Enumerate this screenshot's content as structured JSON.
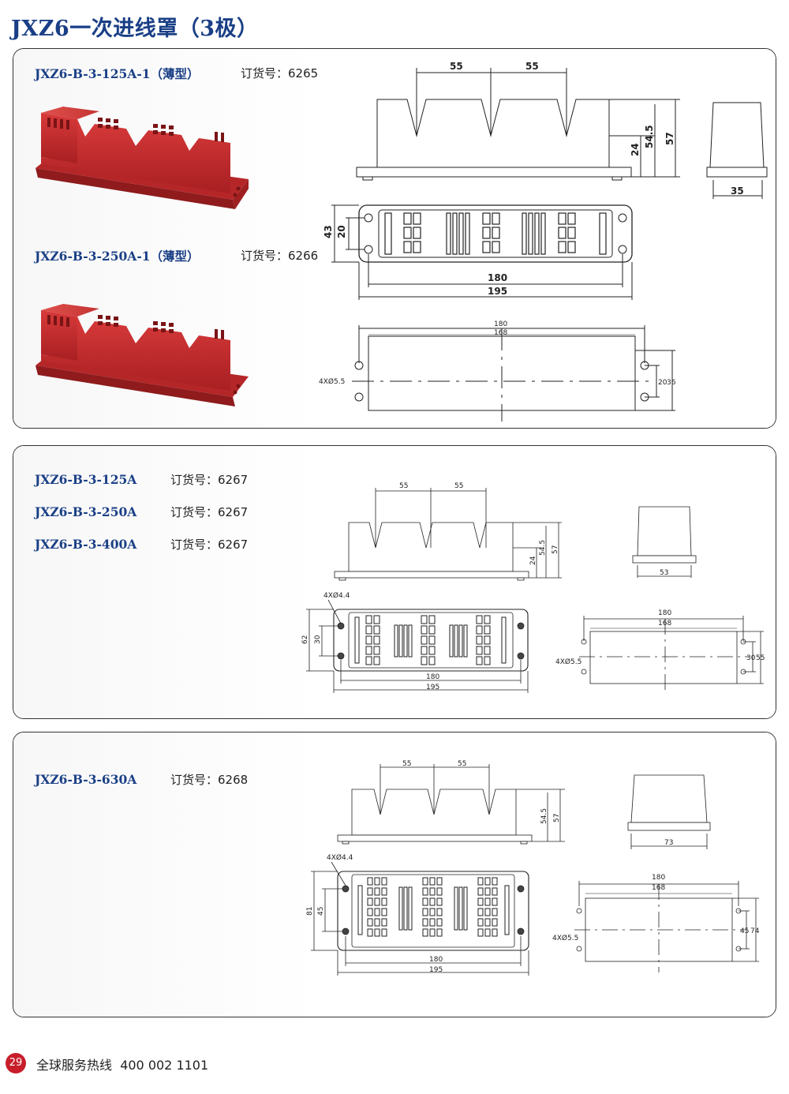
{
  "title": "JXZ6一次进线罩（3极）",
  "sections": [
    {
      "products": [
        {
          "model": "JXZ6-B-3-125A-1（薄型）",
          "order_label": "订货号：",
          "order_no": "6265"
        },
        {
          "model": "JXZ6-B-3-250A-1（薄型）",
          "order_label": "订货号：",
          "order_no": "6266"
        }
      ],
      "dims": {
        "pitch1": "55",
        "pitch2": "55",
        "h_total": "57",
        "h_mid": "54.5",
        "h_slot": "24",
        "side_w": "35",
        "top_w": "43",
        "top_w2": "20",
        "inner_len": "180",
        "outer_len": "195",
        "hole_len": "180",
        "hole_len2": "168",
        "holes": "4XØ5.5",
        "hole_h1": "20",
        "hole_h2": "36"
      }
    },
    {
      "products": [
        {
          "model": "JXZ6-B-3-125A",
          "order_label": "订货号：",
          "order_no": "6267"
        },
        {
          "model": "JXZ6-B-3-250A",
          "order_label": "订货号：",
          "order_no": "6267"
        },
        {
          "model": "JXZ6-B-3-400A",
          "order_label": "订货号：",
          "order_no": "6267"
        }
      ],
      "dims": {
        "pitch1": "55",
        "pitch2": "55",
        "h_total": "57",
        "h_mid": "54.5",
        "h_slot": "24",
        "side_w": "53",
        "top_w": "62",
        "top_w2": "30",
        "inner_len": "180",
        "outer_len": "195",
        "hole_len": "180",
        "hole_len2": "168",
        "holes_top": "4XØ4.4",
        "holes": "4XØ5.5",
        "hole_h1": "30",
        "hole_h2": "55"
      }
    },
    {
      "products": [
        {
          "model": "JXZ6-B-3-630A",
          "order_label": "订货号：",
          "order_no": "6268"
        }
      ],
      "dims": {
        "pitch1": "55",
        "pitch2": "55",
        "h_total": "57",
        "h_mid": "54.5",
        "side_w": "73",
        "top_w": "81",
        "top_w2": "45",
        "inner_len": "180",
        "outer_len": "195",
        "hole_len": "180",
        "hole_len2": "168",
        "holes_top": "4XØ4.4",
        "holes": "4XØ5.5",
        "hole_h1": "45",
        "hole_h2": "74"
      }
    }
  ],
  "footer": {
    "page": "29",
    "hotline_label": "全球服务热线",
    "hotline_number": "400 002 1101"
  },
  "colors": {
    "brand_blue": "#1a3f86",
    "product_red": "#c62a2c",
    "badge_red": "#c81e2a"
  }
}
